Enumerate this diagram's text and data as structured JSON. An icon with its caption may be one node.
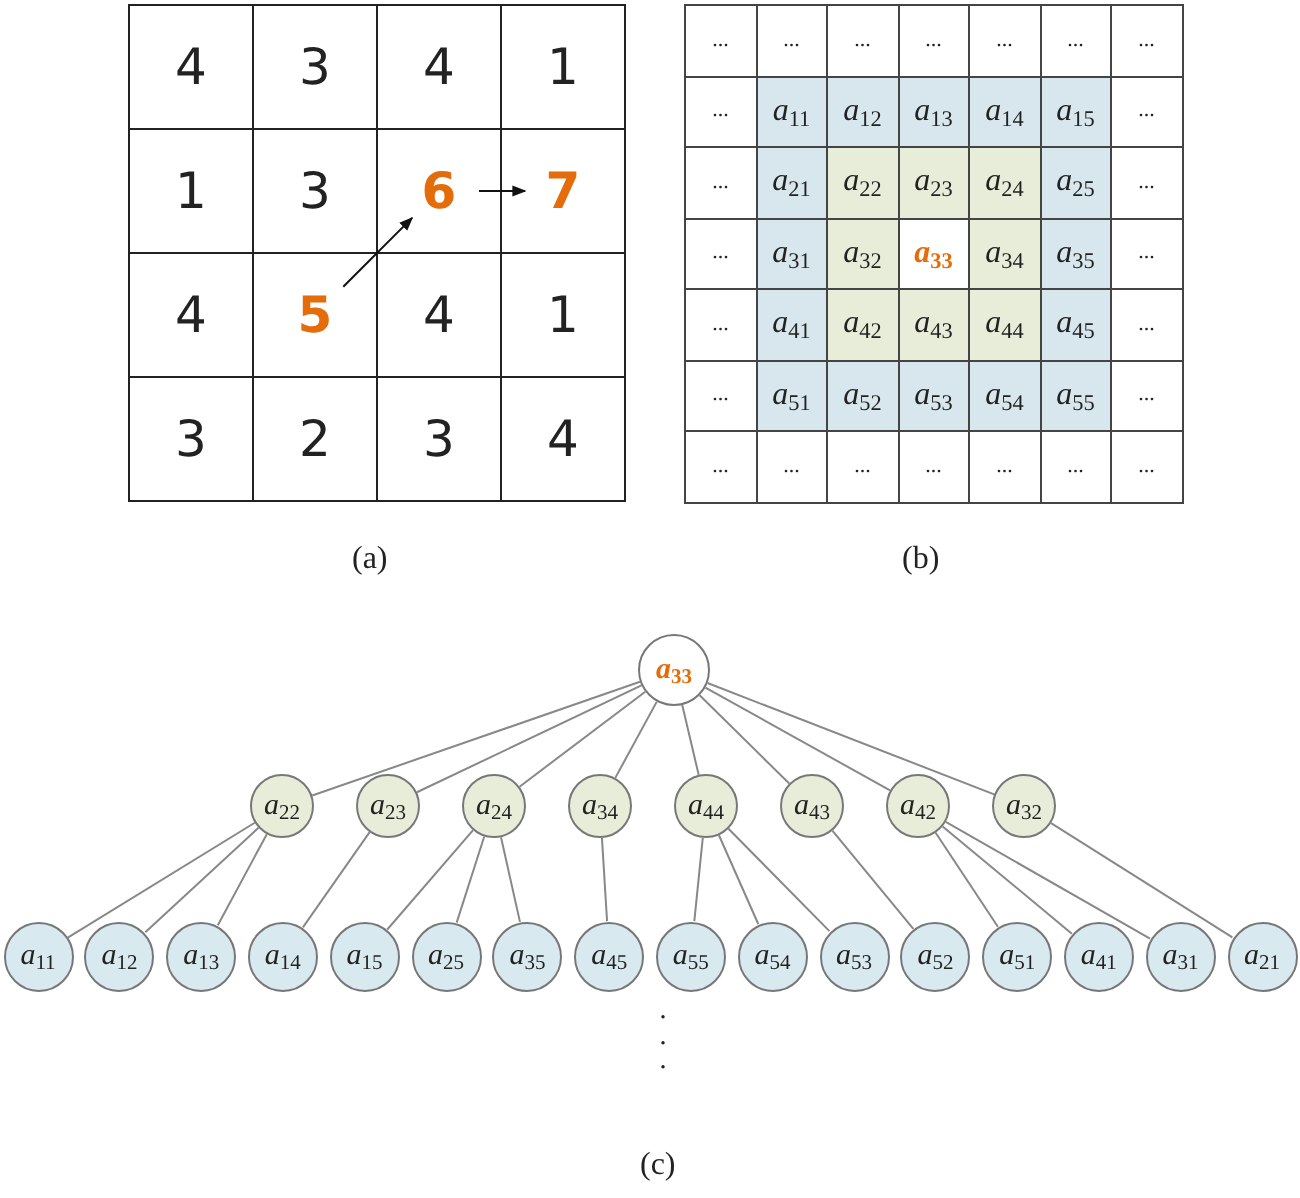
{
  "diagram": {
    "nodes": [
      {
        "text": [
          "4"
        ]
      },
      {
        "text": [
          "3"
        ]
      },
      {
        "text": [
          "4"
        ]
      },
      {
        "text": [
          "1"
        ]
      },
      {
        "text": [
          "1"
        ]
      },
      {
        "text": [
          "3"
        ]
      },
      {
        "text": [
          "6"
        ]
      },
      {
        "text": [
          "7"
        ]
      },
      {
        "text": [
          "4"
        ]
      },
      {
        "text": [
          "5"
        ]
      },
      {
        "text": [
          "4"
        ]
      },
      {
        "text": [
          "1"
        ]
      },
      {
        "text": [
          "3"
        ]
      },
      {
        "text": [
          "2"
        ]
      },
      {
        "text": [
          "3"
        ]
      },
      {
        "text": [
          "4"
        ]
      },
      {
        "text": [
          "*a*$_{33}$"
        ]
      },
      {
        "text": [
          "*a*$_{22}$"
        ]
      },
      {
        "text": [
          "*a*$_{23}$"
        ]
      },
      {
        "text": [
          "*a*$_{24}$"
        ]
      },
      {
        "text": [
          "*a*$_{34}$"
        ]
      },
      {
        "text": [
          "*a*$_{44}$"
        ]
      },
      {
        "text": [
          "*a*$_{43}$"
        ]
      },
      {
        "text": [
          "*a*$_{42}$"
        ]
      },
      {
        "text": [
          "*a*$_{32}$"
        ]
      },
      {
        "text": [
          "*a*$_{11}$"
        ]
      },
      {
        "text": [
          "*a*$_{12}$"
        ]
      },
      {
        "text": [
          "*a*$_{13}$"
        ]
      },
      {
        "text": [
          "*a*$_{14}$"
        ]
      },
      {
        "text": [
          "*a*$_{15}$"
        ]
      },
      {
        "text": [
          "*a*$_{25}$"
        ]
      },
      {
        "text": [
          "*a*$_{35}$"
        ]
      },
      {
        "text": [
          "*a*$_{45}$"
        ]
      },
      {
        "text": [
          "*a*$_{55}$"
        ]
      },
      {
        "text": [
          "*a*$_{54}$"
        ]
      },
      {
        "text": [
          "*a*$_{53}$"
        ]
      },
      {
        "text": [
          "*a*$_{52}$"
        ]
      },
      {
        "text": [
          "*a*$_{51}$"
        ]
      },
      {
        "text": [
          "*a*$_{41}$"
        ]
      },
      {
        "text": [
          "*a*$_{31}$"
        ]
      },
      {
        "text": [
          "*a*$_{21}$"
        ]
      }
    ],
    "edges": [
      {
        "from": 9,
        "to": 6,
        "arrow": "to",
        "color": "#111111"
      },
      {
        "from": 6,
        "to": 7,
        "arrow": "to",
        "color": "#111111"
      },
      {
        "from": 16,
        "to": 17,
        "arrow": "none"
      },
      {
        "from": 16,
        "to": 18,
        "arrow": "none"
      },
      {
        "from": 16,
        "to": 19,
        "arrow": "none"
      },
      {
        "from": 16,
        "to": 20,
        "arrow": "none"
      },
      {
        "from": 16,
        "to": 21,
        "arrow": "none"
      },
      {
        "from": 16,
        "to": 22,
        "arrow": "none"
      },
      {
        "from": 16,
        "to": 23,
        "arrow": "none"
      },
      {
        "from": 16,
        "to": 24,
        "arrow": "none"
      },
      {
        "from": 17,
        "to": 25,
        "arrow": "none"
      },
      {
        "from": 17,
        "to": 26,
        "arrow": "none"
      },
      {
        "from": 17,
        "to": 27,
        "arrow": "none"
      },
      {
        "from": 18,
        "to": 28,
        "arrow": "none"
      },
      {
        "from": 19,
        "to": 29,
        "arrow": "none"
      },
      {
        "from": 19,
        "to": 30,
        "arrow": "none"
      },
      {
        "from": 19,
        "to": 31,
        "arrow": "none"
      },
      {
        "from": 20,
        "to": 32,
        "arrow": "none"
      },
      {
        "from": 21,
        "to": 33,
        "arrow": "none"
      },
      {
        "from": 21,
        "to": 34,
        "arrow": "none"
      },
      {
        "from": 21,
        "to": 35,
        "arrow": "none"
      },
      {
        "from": 22,
        "to": 36,
        "arrow": "none"
      },
      {
        "from": 23,
        "to": 37,
        "arrow": "none"
      },
      {
        "from": 23,
        "to": 38,
        "arrow": "none"
      },
      {
        "from": 23,
        "to": 39,
        "arrow": "none"
      },
      {
        "from": 24,
        "to": 40,
        "arrow": "none"
      }
    ],
    "labels": [
      "...",
      "...",
      "...",
      "...",
      "...",
      "...",
      "...",
      "...",
      "*a*$_{11}$",
      "*a*$_{12}$",
      "*a*$_{13}$",
      "*a*$_{14}$",
      "*a*$_{15}$",
      "...",
      "...",
      "*a*$_{21}$",
      "*a*$_{22}$",
      "*a*$_{23}$",
      "*a*$_{24}$",
      "*a*$_{25}$",
      "...",
      "...",
      "*a*$_{31}$",
      "*a*$_{32}$",
      "*a*$_{33}$",
      "*a*$_{34}$",
      "*a*$_{35}$",
      "...",
      "...",
      "*a*$_{41}$",
      "*a*$_{42}$",
      "*a*$_{43}$",
      "*a*$_{44}$",
      "*a*$_{45}$",
      "...",
      "...",
      "*a*$_{51}$",
      "*a*$_{52}$",
      "*a*$_{53}$",
      "*a*$_{54}$",
      "*a*$_{55}$",
      "...",
      "...",
      "...",
      "...",
      "...",
      "...",
      "...",
      "...",
      "(a)",
      "(b)",
      "...",
      "(c)"
    ]
  }
}
